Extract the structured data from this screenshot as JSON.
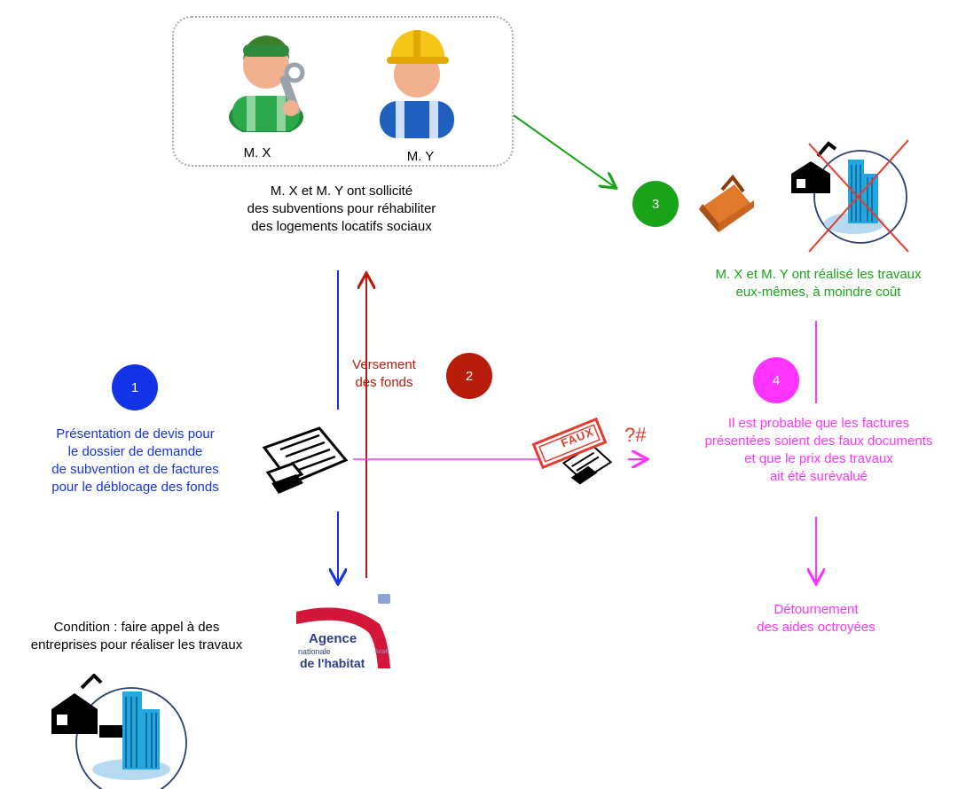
{
  "persons": {
    "mx_label": "M. X",
    "my_label": "M. Y",
    "request_text": "M. X et M. Y ont sollicité\ndes subventions pour réhabiliter\ndes logements locatifs sociaux"
  },
  "steps": {
    "step1": {
      "number": "1",
      "text": "Présentation de devis pour\nle dossier de demande\nde subvention et de factures\npour le déblocage des fonds"
    },
    "step2": {
      "number": "2",
      "text": "Versement\ndes fonds"
    },
    "step3": {
      "number": "3",
      "text": "M. X et M. Y ont réalisé les travaux\neux-mêmes, à moindre coût"
    },
    "step4": {
      "number": "4",
      "text": "Il est probable que les factures\nprésentées soient des faux documents\net que le prix des travaux\nait été surévalué"
    }
  },
  "outcome_text": "Détournement\ndes aides octroyées",
  "condition_text": "Condition : faire appel à des\nentreprises pour réaliser les travaux",
  "stamp": {
    "label": "FAUX",
    "marks": "?#"
  },
  "agency_logo": {
    "line1": "Agence",
    "line2": "nationale",
    "line3": "de l'habitat",
    "side": "Anah"
  },
  "colors": {
    "blue": "#1433e6",
    "red": "#b81d0c",
    "green": "#19a319",
    "magenta": "#ff33ff",
    "stamp_red": "#e53b2e"
  },
  "icons": [
    "worker-wrench-icon",
    "worker-hardhat-icon",
    "toolbox-icon",
    "building-site-icon",
    "invoice-icon",
    "fake-stamp-icon",
    "agency-logo-icon"
  ]
}
